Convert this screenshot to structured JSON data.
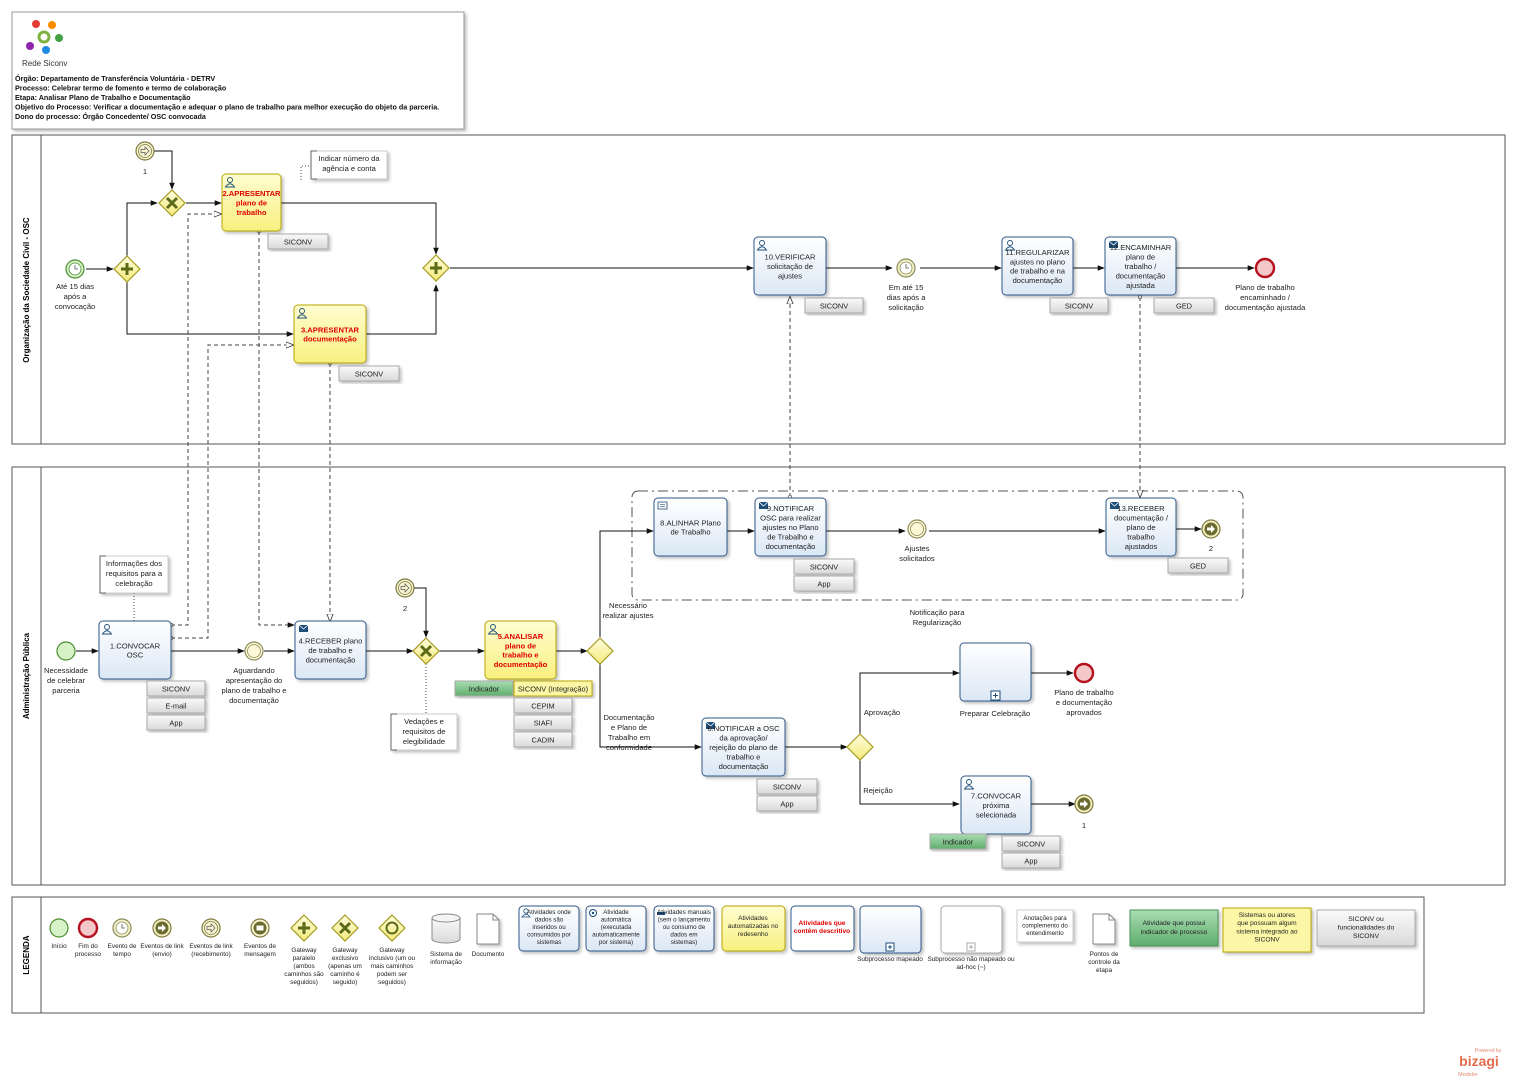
{
  "header": {
    "logo_text": "Rede Siconv",
    "lines": [
      "Órgão: Departamento de Transferência Voluntária - DETRV",
      "Processo: Celebrar termo de fomento e termo de colaboração",
      "Etapa: Analisar Plano de Trabalho e Documentação",
      "Objetivo do Processo: Verificar a documentação e adequar o plano de trabalho para melhor execução do objeto da parceria.",
      "Dono do processo: Órgão Concedente/ OSC convocada"
    ]
  },
  "lanes": {
    "osc": "Organização da Sociedade Civil - OSC",
    "admin": "Administração Pública",
    "legend": "LEGENDA"
  },
  "osc": {
    "start_label": [
      "Até 15 dias",
      "após a",
      "convocação"
    ],
    "link_in_1": "1",
    "task2": [
      "2.APRESENTAR",
      "plano de",
      "trabalho"
    ],
    "task2_sys": "SICONV",
    "annotation_agencia": [
      "Indicar número da",
      "agência e conta"
    ],
    "task3": [
      "3.APRESENTAR",
      "documentação"
    ],
    "task3_sys": "SICONV",
    "task10": [
      "10.VERIFICAR",
      "solicitação de",
      "ajustes"
    ],
    "task10_sys": "SICONV",
    "timer_label": [
      "Em até 15",
      "dias após a",
      "solicitação"
    ],
    "task11": [
      "11.REGULARIZAR",
      "ajustes  no plano",
      "de trabalho e na",
      "documentação"
    ],
    "task11_sys": "SICONV",
    "task12": [
      "12.ENCAMINHAR",
      "plano de",
      "trabalho /",
      "documentação",
      "ajustada"
    ],
    "task12_sys": "GED",
    "end_label": [
      "Plano de trabalho",
      "encaminhado /",
      "documentação ajustada"
    ]
  },
  "admin": {
    "start_label": [
      "Necessidade",
      "de celebrar",
      "parceria"
    ],
    "annotation_requisitos": [
      "Informações dos",
      "requisitos para a",
      "celebração"
    ],
    "task1": [
      "1.CONVOCAR",
      "OSC"
    ],
    "task1_sys": [
      "SICONV",
      "E-mail",
      "App"
    ],
    "wait_label": [
      "Aguardando",
      "apresentação do",
      "plano de trabalho e",
      "documentação"
    ],
    "task4": [
      "4.RECEBER plano",
      "de trabalho e",
      "documentação"
    ],
    "link_in_2": "2",
    "annotation_vedacoes": [
      "Vedações e",
      "requisitos de",
      "elegibilidade"
    ],
    "task5": [
      "5.ANALISAR",
      "plano de",
      "trabalho e",
      "documentação"
    ],
    "task5_indicator": "Indicador",
    "task5_sys": [
      "SICONV (Integração)",
      "CEPIM",
      "SIAFI",
      "CADIN"
    ],
    "flow_ajustes": [
      "Necessário",
      "realizar ajustes"
    ],
    "flow_conforme": [
      "Documentação",
      "e Plano de",
      "Trabalho em",
      "conformidade"
    ],
    "task8": [
      "8.ALINHAR Plano",
      "de Trabalho"
    ],
    "task9": [
      "9.NOTIFICAR",
      "OSC para realizar",
      "ajustes no Plano",
      "de Trabalho e",
      "documentação"
    ],
    "task9_sys": [
      "SICONV",
      "App"
    ],
    "ajustes_label": [
      "Ajustes",
      "solicitados"
    ],
    "task13": [
      "13.RECEBER",
      "documentação /",
      "plano de",
      "trabalho",
      "ajustados"
    ],
    "task13_sys": "GED",
    "link_out_2": "2",
    "group_label": [
      "Notificação para",
      "Regularização"
    ],
    "task6": [
      "6.NOTIFICAR a OSC",
      "da aprovação/",
      "rejeição do plano de",
      "trabalho e",
      "documentação"
    ],
    "task6_sys": [
      "SICONV",
      "App"
    ],
    "flow_aprovacao": "Aprovação",
    "flow_rejeicao": "Rejeição",
    "subprocess": "Preparar Celebração",
    "end_label": [
      "Plano de trabalho",
      "e  documentação",
      "aprovados"
    ],
    "task7": [
      "7.CONVOCAR",
      "próxima",
      "selecionada"
    ],
    "task7_indicator": "Indicador",
    "task7_sys": [
      "SICONV",
      "App"
    ],
    "link_out_1": "1"
  },
  "legend": {
    "inicio": "Início",
    "fim": [
      "Fim do",
      "processo"
    ],
    "tempo": [
      "Evento de",
      "tempo"
    ],
    "link_envio": [
      "Eventos de link",
      "(envio)"
    ],
    "link_receb": [
      "Eventos de link",
      "(recebimento)"
    ],
    "mensagem": [
      "Eventos de",
      "mensagem"
    ],
    "gw_paralelo": [
      "Gateway",
      "paralelo",
      "(ambos",
      "caminhos são",
      "seguidos)"
    ],
    "gw_exclusivo": [
      "Gateway",
      "exclusivo",
      "(apenas um",
      "caminho é",
      "seguido)"
    ],
    "gw_inclusivo": [
      "Gateway",
      "inclusivo (um ou",
      "mais caminhos",
      "podem ser",
      "seguidos)"
    ],
    "sistema": [
      "Sistema de",
      "informação"
    ],
    "documento": "Documento",
    "box_user": [
      "Atividades onde",
      "dados são",
      "inseridos ou",
      "consumidos por",
      "sistemas"
    ],
    "box_service": [
      "Atividade",
      "automática",
      "(executada",
      "automaticamente",
      "por sistema)"
    ],
    "box_manual": [
      "Atividades manuais",
      "(sem o lançamento",
      "ou consumo de",
      "dados em",
      "sistemas)"
    ],
    "box_yellow": [
      "Atividades",
      "automatizadas no",
      "redesenho"
    ],
    "box_red": [
      "Atividades  que",
      "contêm descritivo"
    ],
    "subproc_mapeado": "Subprocesso mapeado",
    "subproc_nao": [
      "Subprocesso não mapeado ou",
      "ad-hoc (~)"
    ],
    "anotacoes": [
      "Anotações para",
      "complemento do",
      "entendimento"
    ],
    "pontos": [
      "Pontos de",
      "controle da",
      "etapa"
    ],
    "indicador": [
      "Atividade que possui",
      "indicador de processo"
    ],
    "sistemas": [
      "Sistemas ou atores",
      "que possuam algum",
      "sistema integrado ao",
      "SICONV"
    ],
    "siconv_func": [
      "SICONV ou",
      "funcionalidades do",
      "SICONV"
    ]
  },
  "watermark": [
    "Powered by",
    "bizagi",
    "Modeler"
  ],
  "colors": {
    "task_fill": "#e9f1fa",
    "task_stroke": "#2f5a8a",
    "yellow_fill": "#fdfba6",
    "yellow_stroke": "#b9a600",
    "red_text": "#e00000",
    "end_fill": "#f4c7c9",
    "end_stroke": "#b5121b",
    "start_fill": "#d6f2c6",
    "start_stroke": "#4a8f30",
    "gateway_fill": "#fdf8b6",
    "gateway_stroke": "#a49a1e",
    "indicator_fill": "#7ec48b",
    "sys_fill": "#e8e8e8"
  }
}
